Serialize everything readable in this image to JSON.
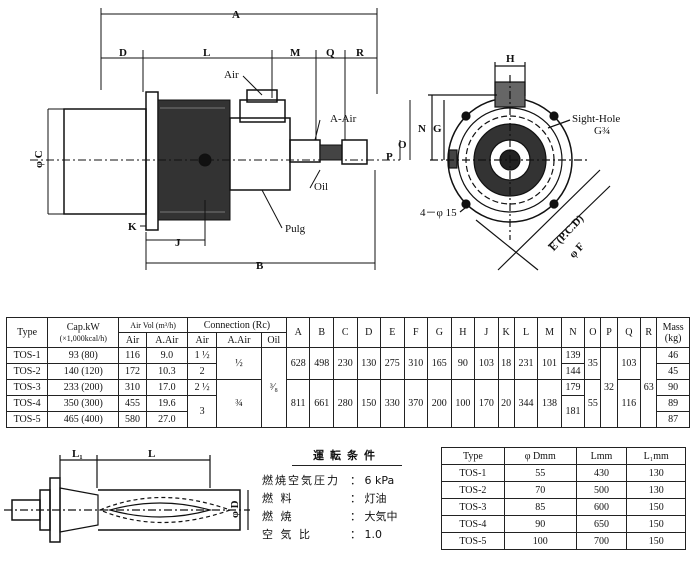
{
  "drawing": {
    "dims": {
      "A": "A",
      "D": "D",
      "L": "L",
      "M": "M",
      "Q": "Q",
      "R": "R",
      "B": "B",
      "K": "K",
      "J": "J",
      "C": "φ C",
      "P": "P",
      "O": "O",
      "H": "H",
      "G": "G",
      "N": "N",
      "E": "E (P.C.D)",
      "F": "φ F"
    },
    "labels": {
      "air": "Air",
      "a_air": "A-Air",
      "oil": "Oil",
      "pulg": "Pulg",
      "sight_hole": "Sight-Hole",
      "sight_hole_size": "G¾",
      "holes": "4－φ 15"
    }
  },
  "spec_table": {
    "headers": {
      "type": "Type",
      "cap": "Cap.kW",
      "cap_sub": "(×1,000kcal/h)",
      "airvol": "Air Vol (m³/h)",
      "conn": "Connection (Rc)",
      "air": "Air",
      "a_air": "A.Air",
      "oil": "Oil",
      "mass": "Mass",
      "mass_unit": "(kg)"
    },
    "dim_cols": [
      "A",
      "B",
      "C",
      "D",
      "E",
      "F",
      "G",
      "H",
      "J",
      "K",
      "L",
      "M",
      "N",
      "O",
      "P",
      "Q",
      "R"
    ],
    "rows": [
      {
        "type": "TOS-1",
        "cap": "93 (80)",
        "air": "116",
        "a_air": "9.0",
        "c_air": "1 ½",
        "mass": "46"
      },
      {
        "type": "TOS-2",
        "cap": "140 (120)",
        "air": "172",
        "a_air": "10.3",
        "c_air": "2",
        "mass": "45"
      },
      {
        "type": "TOS-3",
        "cap": "233 (200)",
        "air": "310",
        "a_air": "17.0",
        "c_air": "2 ½",
        "mass": "90"
      },
      {
        "type": "TOS-4",
        "cap": "350 (300)",
        "air": "455",
        "a_air": "19.6",
        "c_air": "3",
        "mass": "89"
      },
      {
        "type": "TOS-5",
        "cap": "465 (400)",
        "air": "580",
        "a_air": "27.0",
        "c_air": "",
        "mass": "87"
      }
    ],
    "c_aair_1_2": "½",
    "c_aair_4_5": "¾",
    "c_oil": "³⁄₈",
    "group1": {
      "A": "628",
      "B": "498",
      "C": "230",
      "D": "130",
      "E": "275",
      "F": "310",
      "G": "165",
      "H": "90",
      "J": "103",
      "K": "18",
      "L": "231",
      "M": "101"
    },
    "group2": {
      "A": "811",
      "B": "661",
      "C": "280",
      "D": "150",
      "E": "330",
      "F": "370",
      "G": "200",
      "H": "100",
      "J": "170",
      "K": "20",
      "L": "344",
      "M": "138"
    },
    "N": [
      "139",
      "144",
      "179",
      "181"
    ],
    "O": [
      "35",
      "55"
    ],
    "P": "32",
    "Q": [
      "103",
      "116"
    ],
    "R": "63"
  },
  "conditions": {
    "title": "運転条件",
    "rows": [
      {
        "k": "燃焼空気圧力",
        "v": "：  6 kPa"
      },
      {
        "k": "燃        料",
        "v": "：  灯油"
      },
      {
        "k": "燃        焼",
        "v": "：  大気中"
      },
      {
        "k": "空   気   比",
        "v": "：  1.0"
      }
    ]
  },
  "burner_table": {
    "headers": {
      "type": "Type",
      "d": "φ Dmm",
      "l": "Lmm",
      "l1": "L₁mm"
    },
    "rows": [
      {
        "type": "TOS-1",
        "d": "55",
        "l": "430",
        "l1": "130"
      },
      {
        "type": "TOS-2",
        "d": "70",
        "l": "500",
        "l1": "130"
      },
      {
        "type": "TOS-3",
        "d": "85",
        "l": "600",
        "l1": "150"
      },
      {
        "type": "TOS-4",
        "d": "90",
        "l": "650",
        "l1": "150"
      },
      {
        "type": "TOS-5",
        "d": "100",
        "l": "700",
        "l1": "150"
      }
    ]
  },
  "burner_drawing": {
    "l1": "L₁",
    "l": "L",
    "d": "φ D"
  }
}
